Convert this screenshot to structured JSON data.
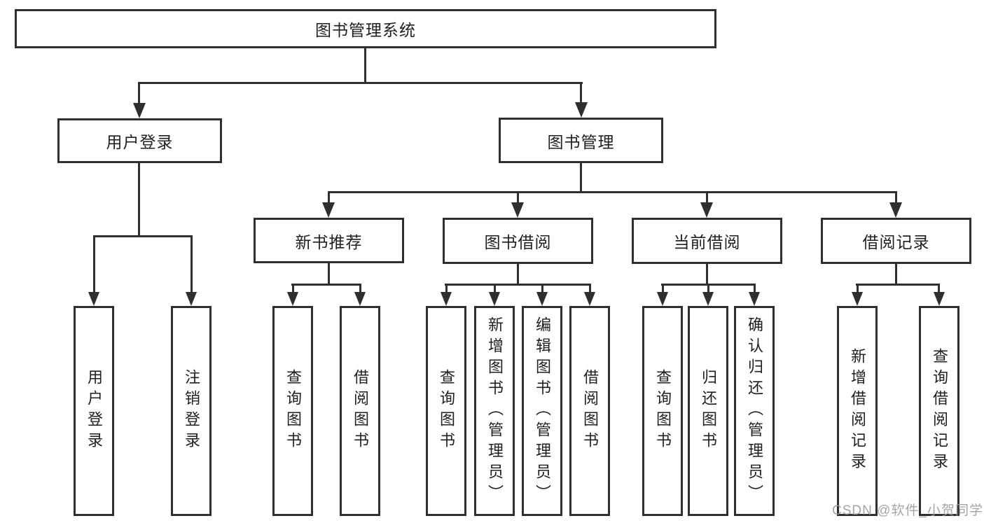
{
  "diagram": {
    "root": {
      "label": "图书管理系统"
    },
    "branches": [
      {
        "label": "用户登录",
        "children": [
          "用户登录",
          "注销登录"
        ]
      },
      {
        "label": "图书管理",
        "children": [
          {
            "label": "新书推荐",
            "children": [
              "查询图书",
              "借阅图书"
            ]
          },
          {
            "label": "图书借阅",
            "children": [
              "查询图书",
              "新增图书（管理员）",
              "编辑图书（管理员）",
              "借阅图书"
            ]
          },
          {
            "label": "当前借阅",
            "children": [
              "查询图书",
              "归还图书",
              "确认归还（管理员）"
            ]
          },
          {
            "label": "借阅记录",
            "children": [
              "新增借阅记录",
              "查询借阅记录"
            ]
          }
        ]
      }
    ]
  },
  "watermark": "CSDN @软件_小贺同学",
  "colors": {
    "line": "#2f2f2f",
    "text": "#1f1f1f",
    "watermark": "#9a9aa2",
    "background": "#ffffff"
  }
}
